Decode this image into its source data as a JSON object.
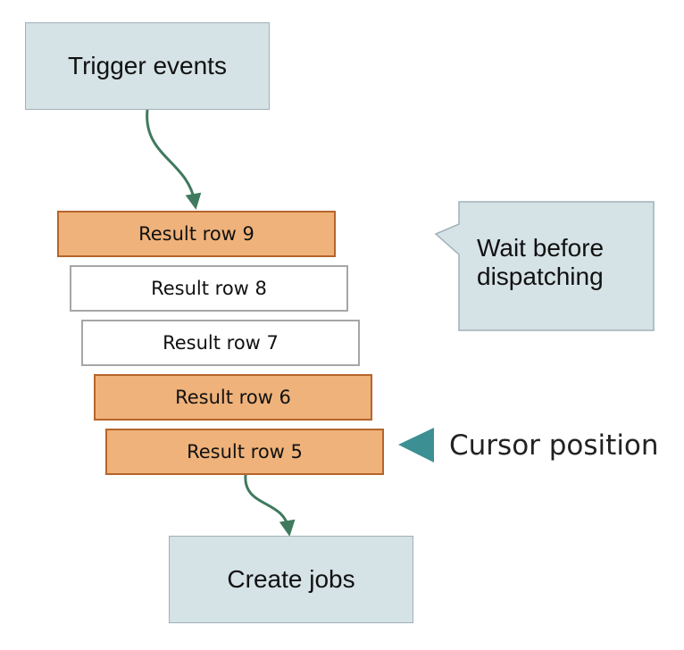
{
  "diagram": {
    "nodes": {
      "trigger": "Trigger events",
      "create": "Create jobs",
      "rows": [
        "Result row 9",
        "Result row 8",
        "Result row 7",
        "Result row 6",
        "Result row 5"
      ]
    },
    "row_states": [
      "selected",
      "default",
      "default",
      "selected",
      "selected"
    ],
    "callout": {
      "line1": "Wait before",
      "line2": "dispatching"
    },
    "cursor_label": "Cursor position",
    "colors": {
      "process_fill": "#d5e2e6",
      "process_border": "#9fb2b8",
      "selected_fill": "#efb27a",
      "selected_border": "#b5652a",
      "default_border": "#a6a6a6",
      "arrow": "#3f7a5e",
      "cursor_marker": "#3c8f93"
    },
    "edges": [
      {
        "from": "trigger",
        "to": "Result row 9"
      },
      {
        "from": "Result row 5",
        "to": "create"
      }
    ]
  }
}
